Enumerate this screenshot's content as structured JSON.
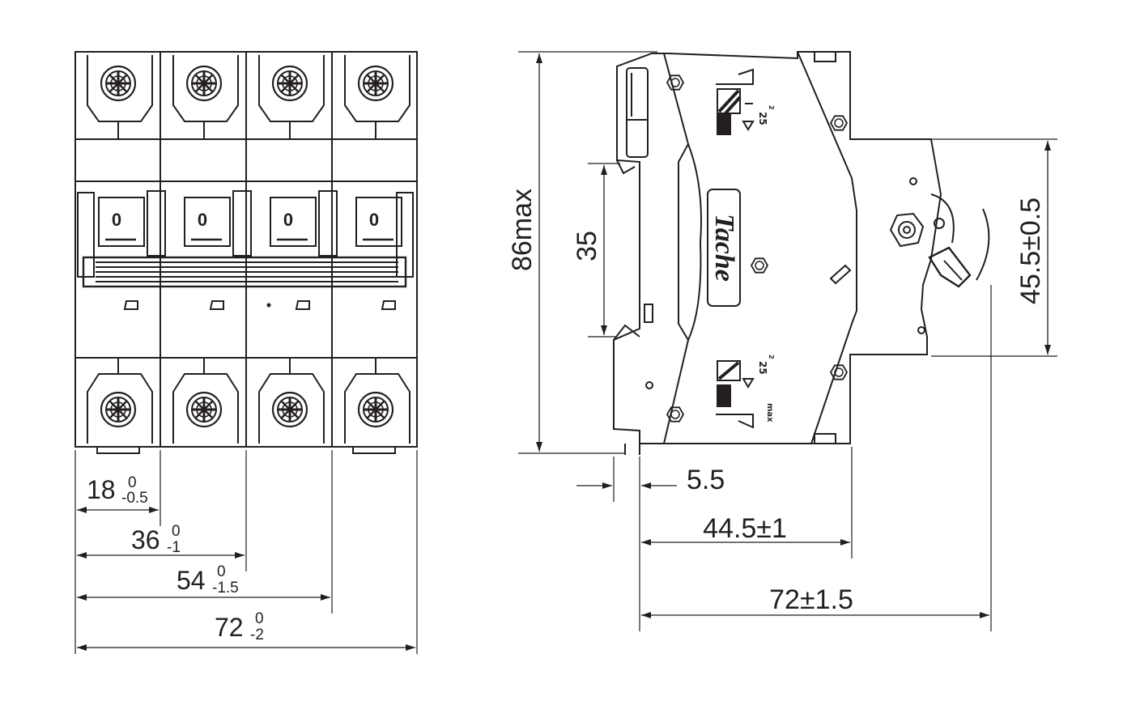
{
  "front_view": {
    "dim_18": {
      "base": "18",
      "sup": "0",
      "sub": "-0.5"
    },
    "dim_36": {
      "base": "36",
      "sup": "0",
      "sub": "-1"
    },
    "dim_54": {
      "base": "54",
      "sup": "0",
      "sub": "-1.5"
    },
    "dim_72": {
      "base": "72",
      "sup": "0",
      "sub": "-2"
    },
    "handle_mark": "0"
  },
  "side_view": {
    "height_label": "86max",
    "rail_label": "35",
    "depth_small_label": "5.5",
    "depth_mid_label": "44.5±1",
    "depth_total_label": "72±1.5",
    "front_height_label": "45.5±0.5",
    "brand": "Tache",
    "terminal_label": "25",
    "terminal_unit": "2",
    "max_label": "max"
  },
  "colors": {
    "line": "#231f20",
    "background": "#ffffff"
  }
}
